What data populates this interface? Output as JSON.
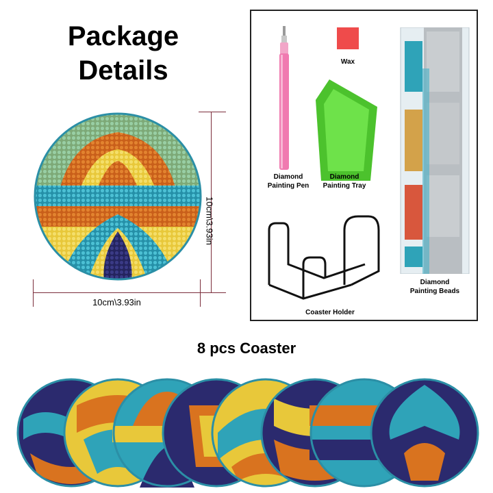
{
  "header": {
    "title_line1": "Package",
    "title_line2": "Details"
  },
  "dimensions": {
    "height_label": "10cm\\3.93in",
    "width_label": "10cm\\3.93in"
  },
  "contents": {
    "pen_label_line1": "Diamond",
    "pen_label_line2": "Painting Pen",
    "tray_label_line1": "Diamond",
    "tray_label_line2": "Painting Tray",
    "wax_label": "Wax",
    "beads_label_line1": "Diamond",
    "beads_label_line2": "Painting Beads",
    "holder_label": "Coaster Holder"
  },
  "set": {
    "count_label": "8 pcs Coaster"
  },
  "colors": {
    "orange": "#d9731f",
    "yellow": "#e8c83a",
    "teal": "#2fa3b8",
    "navy": "#2b2a6e",
    "pink": "#f07ab0",
    "green": "#5fd43a",
    "wax": "#ef4b4b"
  }
}
